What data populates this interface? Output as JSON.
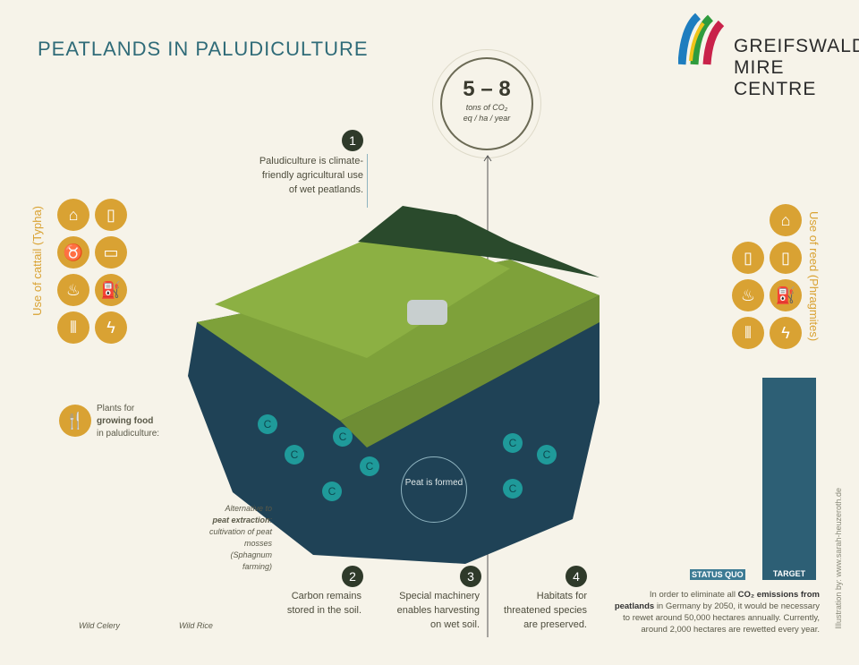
{
  "title": "PEATLANDS IN PALUDICULTURE",
  "logo": {
    "lines": [
      "GREIFSWALD",
      "MIRE",
      "CENTRE"
    ]
  },
  "co2": {
    "value": "5 – 8",
    "unit_line1": "tons of CO₂",
    "unit_line2": "eq / ha / year"
  },
  "steps": [
    {
      "number": "1",
      "text": "Paludiculture is climate-friendly agricultural use of wet peatlands."
    },
    {
      "number": "2",
      "text": "Carbon remains stored in the soil."
    },
    {
      "number": "3",
      "text": "Special machinery enables harvesting on wet soil."
    },
    {
      "number": "4",
      "text": "Habitats for threatened species are preserved."
    }
  ],
  "cattail": {
    "label": "Use of cattail (Typha)",
    "icons": [
      "building-icon",
      "paper-icon",
      "animal-feed-icon",
      "insulation-board-icon",
      "heating-icon",
      "fuel-pump-icon",
      "radiator-icon",
      "lightning-icon"
    ]
  },
  "reed": {
    "label": "Use of reed (Phragmites)",
    "icons": [
      "building-icon",
      "paper-icon",
      "heating-icon",
      "fuel-pump-icon",
      "radiator-icon",
      "lightning-icon"
    ]
  },
  "food": {
    "pre": "Plants for",
    "bold": "growing food",
    "post": "in paludiculture:"
  },
  "peat": {
    "pre": "Alternative to",
    "bold": "peat extraction",
    "post": ": cultivation of peat mosses (Sphagnum farming)"
  },
  "peat_formed": "Peat is formed",
  "carbon_symbol": "C",
  "plants": [
    "Wild Celery",
    "Wild Rice"
  ],
  "bars": {
    "status_quo": "STATUS QUO",
    "target": "TARGET",
    "status_quo_value_ha": 2000,
    "target_value_ha": 50000
  },
  "summary": {
    "pre": "In order to eliminate all",
    "bold": "CO₂ emissions from peatlands",
    "post": "in Germany by 2050, it would be necessary to rewet around 50,000 hectares annually. Currently, around 2,000 hectares are rewetted every year."
  },
  "credit": "Illustration by: www.sarah-heuzeroth.de",
  "colors": {
    "title": "#2f6b78",
    "gold": "#d9a233",
    "soil": "#1f4256",
    "grass": "#7ea13a"
  }
}
